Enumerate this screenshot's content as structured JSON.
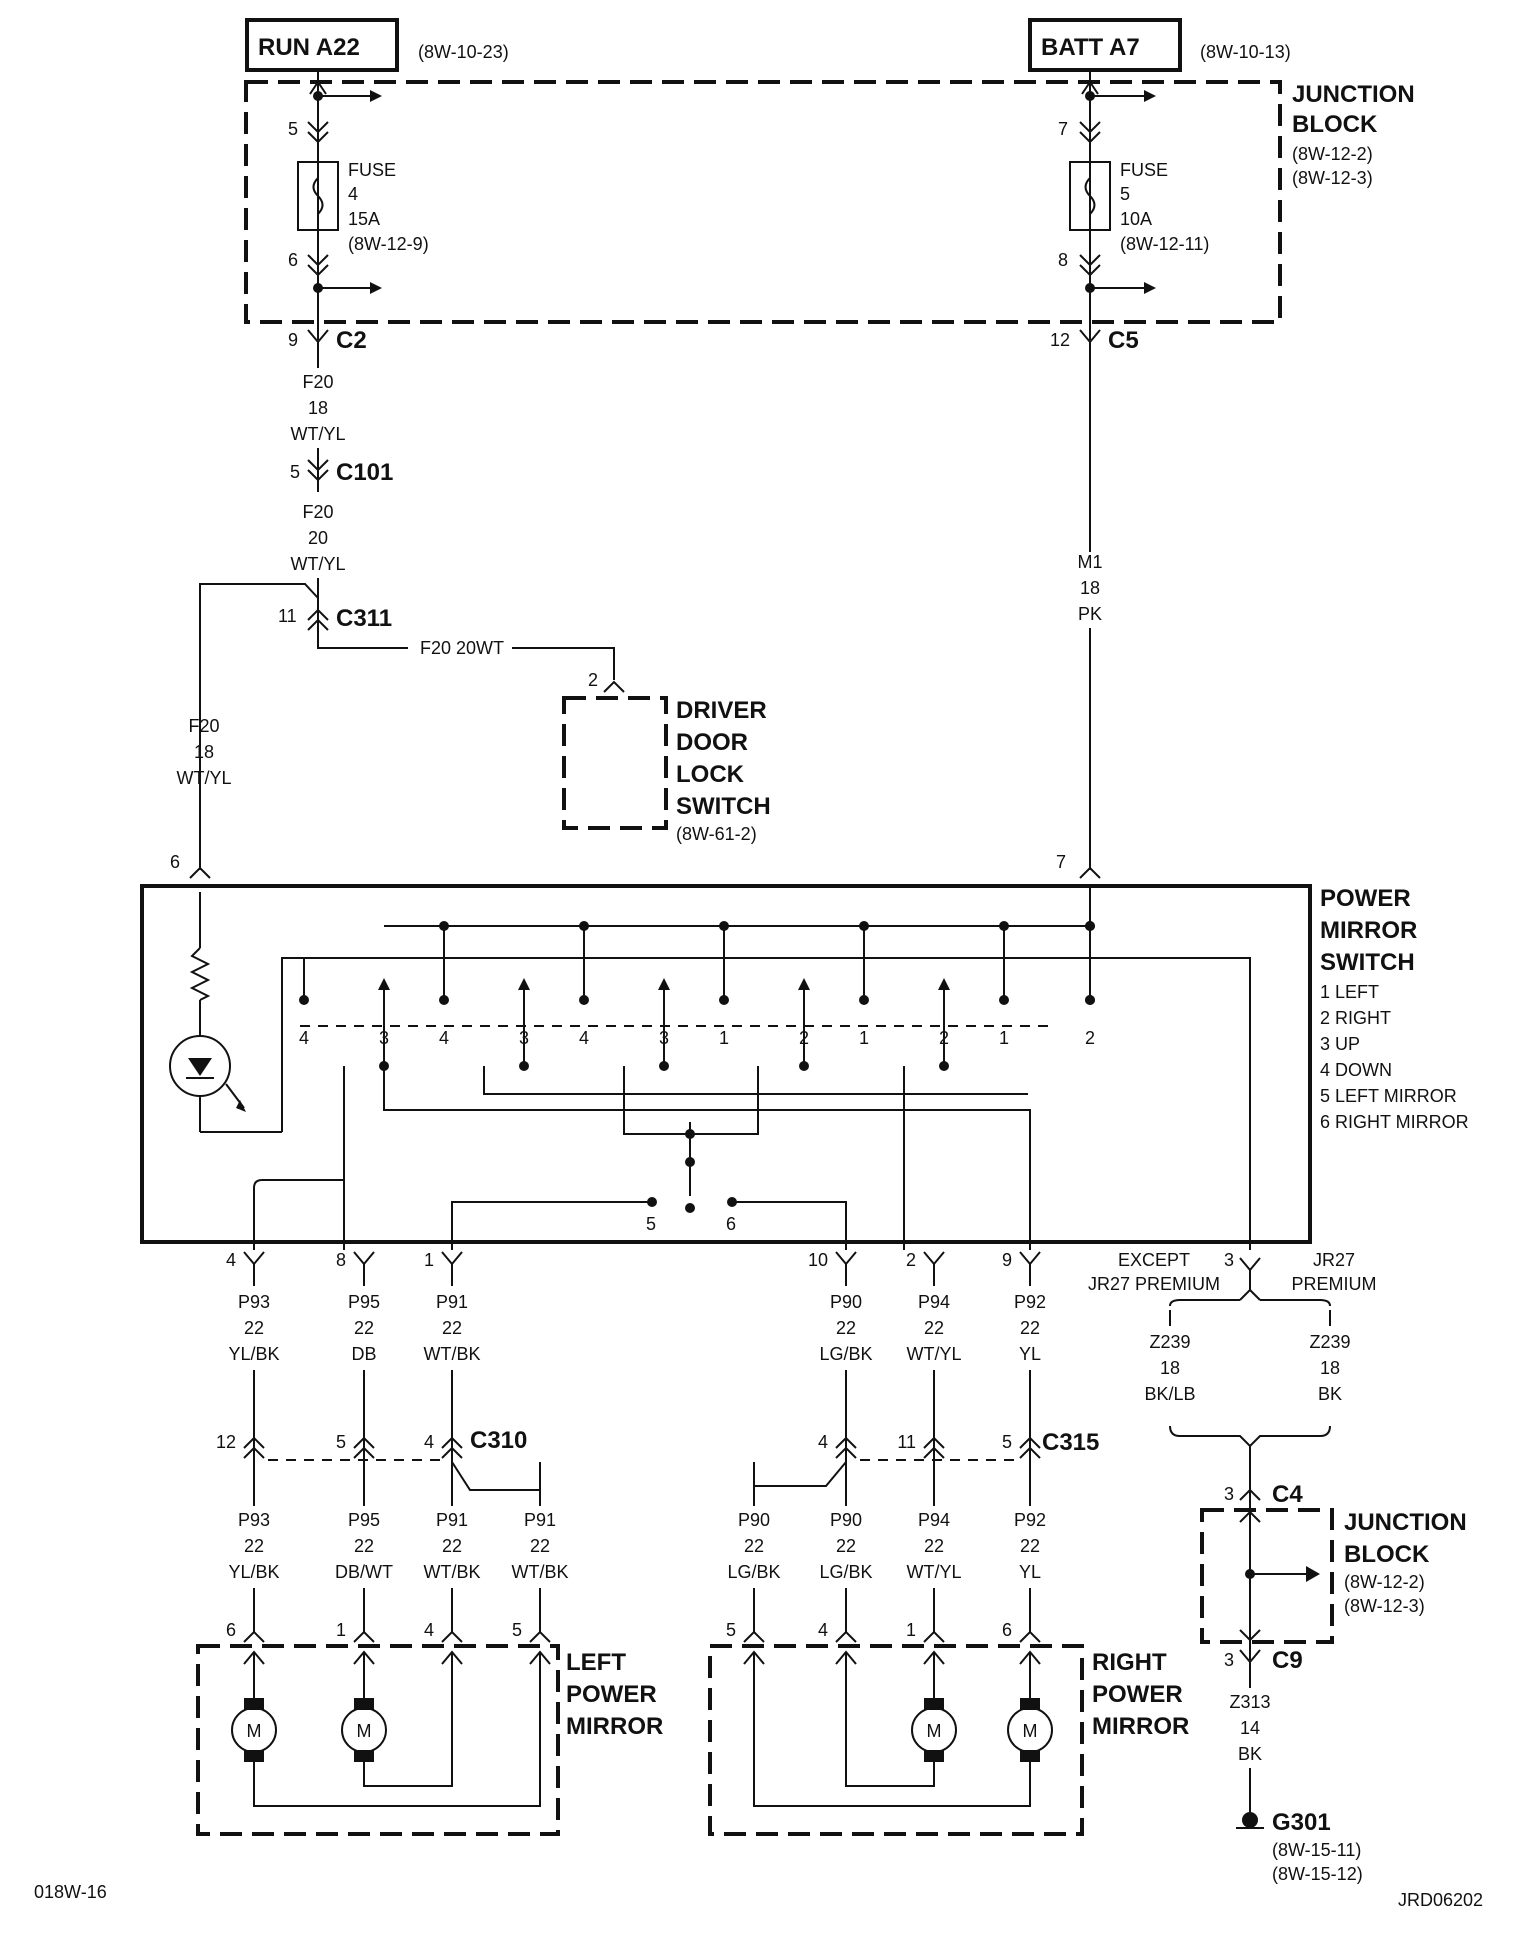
{
  "top": {
    "run_label": "RUN A22",
    "run_ref": "(8W-10-23)",
    "batt_label": "BATT A7",
    "batt_ref": "(8W-10-13)"
  },
  "junction_block_top": {
    "title1": "JUNCTION",
    "title2": "BLOCK",
    "ref1": "(8W-12-2)",
    "ref2": "(8W-12-3)",
    "fuse_left": {
      "pin_in": "5",
      "pin_out": "6",
      "l1": "FUSE",
      "l2": "4",
      "l3": "15A",
      "l4": "(8W-12-9)"
    },
    "fuse_right": {
      "pin_in": "7",
      "pin_out": "8",
      "l1": "FUSE",
      "l2": "5",
      "l3": "10A",
      "l4": "(8W-12-11)"
    }
  },
  "connectors": {
    "c2": {
      "pin": "9",
      "name": "C2"
    },
    "c5": {
      "pin": "12",
      "name": "C5"
    },
    "c101": {
      "pin": "5",
      "name": "C101"
    },
    "c311": {
      "pin": "11",
      "name": "C311"
    },
    "c310": {
      "name": "C310"
    },
    "c315": {
      "name": "C315"
    },
    "c4": {
      "pin": "3",
      "name": "C4"
    },
    "c9": {
      "pin": "3",
      "name": "C9"
    }
  },
  "wires": {
    "f20a": [
      "F20",
      "18",
      "WT/YL"
    ],
    "f20b": [
      "F20",
      "20",
      "WT/YL"
    ],
    "f20_door": "F20  20WT",
    "f20c": [
      "F20",
      "18",
      "WT/YL"
    ],
    "m1": [
      "M1",
      "18",
      "PK"
    ]
  },
  "door_switch": {
    "pin": "2",
    "l1": "DRIVER",
    "l2": "DOOR",
    "l3": "LOCK",
    "l4": "SWITCH",
    "ref": "(8W-61-2)"
  },
  "mirror_switch": {
    "pin_in_left": "6",
    "pin_in_right": "7",
    "title1": "POWER",
    "title2": "MIRROR",
    "title3": "SWITCH",
    "legend": [
      "1 LEFT",
      "2 RIGHT",
      "3 UP",
      "4 DOWN",
      "5 LEFT MIRROR",
      "6 RIGHT MIRROR"
    ],
    "contact_labels": [
      "4",
      "3",
      "4",
      "3",
      "4",
      "3",
      "1",
      "2",
      "1",
      "2",
      "1",
      "2"
    ],
    "selector_labels": [
      "5",
      "6"
    ]
  },
  "switch_outputs": [
    {
      "pin": "4",
      "w": [
        "P93",
        "22",
        "YL/BK"
      ]
    },
    {
      "pin": "8",
      "w": [
        "P95",
        "22",
        "DB"
      ]
    },
    {
      "pin": "1",
      "w": [
        "P91",
        "22",
        "WT/BK"
      ]
    },
    {
      "pin": "10",
      "w": [
        "P90",
        "22",
        "LG/BK"
      ]
    },
    {
      "pin": "2",
      "w": [
        "P94",
        "22",
        "WT/YL"
      ]
    },
    {
      "pin": "9",
      "w": [
        "P92",
        "22",
        "YL"
      ]
    }
  ],
  "ground_branch": {
    "pin": "3",
    "except1": "EXCEPT",
    "except2": "JR27 PREMIUM",
    "jr1": "JR27",
    "jr2": "PREMIUM",
    "w_left": [
      "Z239",
      "18",
      "BK/LB"
    ],
    "w_right": [
      "Z239",
      "18",
      "BK"
    ],
    "w_bottom": [
      "Z313",
      "14",
      "BK"
    ]
  },
  "c310_pins": [
    "12",
    "5",
    "4"
  ],
  "c315_pins": [
    "4",
    "11",
    "5"
  ],
  "left_mirror_wires": [
    {
      "w": [
        "P93",
        "22",
        "YL/BK"
      ],
      "pin": "6"
    },
    {
      "w": [
        "P95",
        "22",
        "DB/WT"
      ],
      "pin": "1"
    },
    {
      "w": [
        "P91",
        "22",
        "WT/BK"
      ],
      "pin": "4"
    },
    {
      "w": [
        "P91",
        "22",
        "WT/BK"
      ],
      "pin": "5"
    }
  ],
  "right_mirror_wires": [
    {
      "w": [
        "P90",
        "22",
        "LG/BK"
      ],
      "pin": "5"
    },
    {
      "w": [
        "P90",
        "22",
        "LG/BK"
      ],
      "pin": "4"
    },
    {
      "w": [
        "P94",
        "22",
        "WT/YL"
      ],
      "pin": "1"
    },
    {
      "w": [
        "P92",
        "22",
        "YL"
      ],
      "pin": "6"
    }
  ],
  "left_mirror": {
    "l1": "LEFT",
    "l2": "POWER",
    "l3": "MIRROR"
  },
  "right_mirror": {
    "l1": "RIGHT",
    "l2": "POWER",
    "l3": "MIRROR"
  },
  "motor_label": "M",
  "junction_block_bottom": {
    "title1": "JUNCTION",
    "title2": "BLOCK",
    "ref1": "(8W-12-2)",
    "ref2": "(8W-12-3)"
  },
  "ground": {
    "name": "G301",
    "ref1": "(8W-15-11)",
    "ref2": "(8W-15-12)"
  },
  "footer_left": "018W-16",
  "footer_right": "JRD06202"
}
